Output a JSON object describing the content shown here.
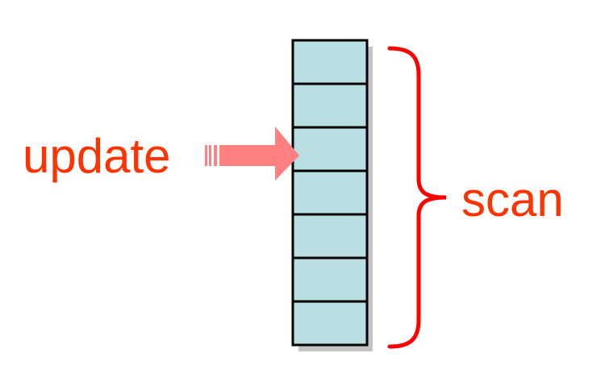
{
  "labels": {
    "update": "update",
    "scan": "scan"
  },
  "table": {
    "cell_count": 7
  },
  "colors": {
    "cell_fill": "#b9dfe3",
    "cell_border": "#000000",
    "shadow": "#c4c4c4",
    "label_text": "#ff3300",
    "arrow": "#ff8080",
    "brace": "#ff0000"
  }
}
